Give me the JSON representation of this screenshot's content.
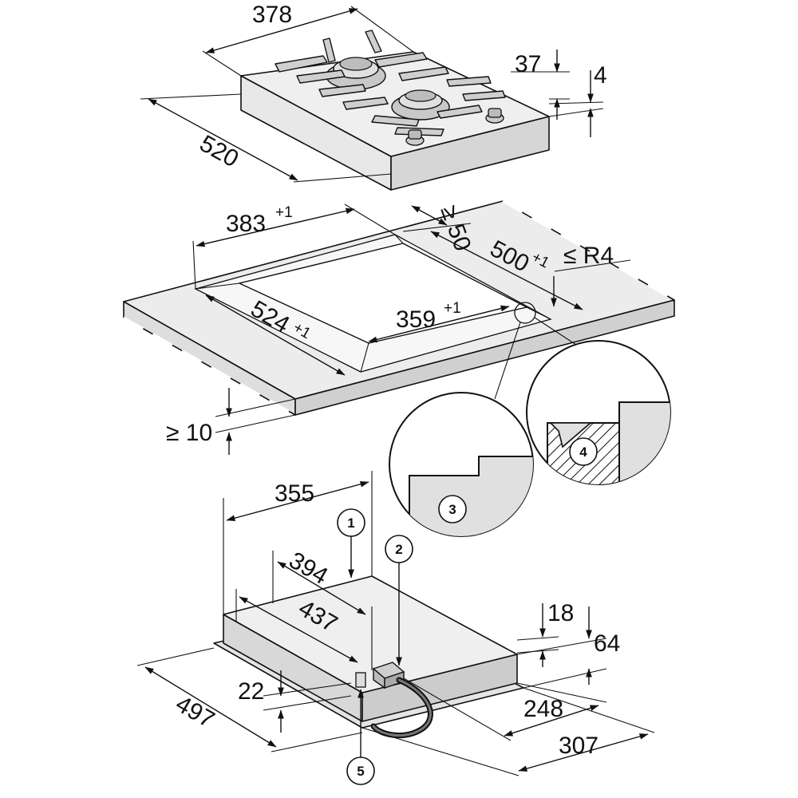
{
  "hob": {
    "width": "378",
    "depth": "520",
    "height_above_top": "37",
    "frame_thickness": "4"
  },
  "cutout": {
    "width": "383",
    "width_tol": "+1",
    "depth": "500",
    "depth_tol": "+1",
    "inner_width": "359",
    "inner_width_tol": "+1",
    "inner_depth": "524",
    "inner_depth_tol": "+1",
    "rear_clearance": "≥ 50",
    "corner_radius": "≤ R4",
    "worktop_thickness": "≥ 10"
  },
  "underside": {
    "width": "355",
    "depth_a": "394",
    "depth_b": "437",
    "depth_c": "497",
    "height_a": "18",
    "height_b": "64",
    "offset": "22",
    "conn_a": "248",
    "conn_b": "307"
  },
  "callouts": [
    "1",
    "2",
    "3",
    "4",
    "5"
  ]
}
